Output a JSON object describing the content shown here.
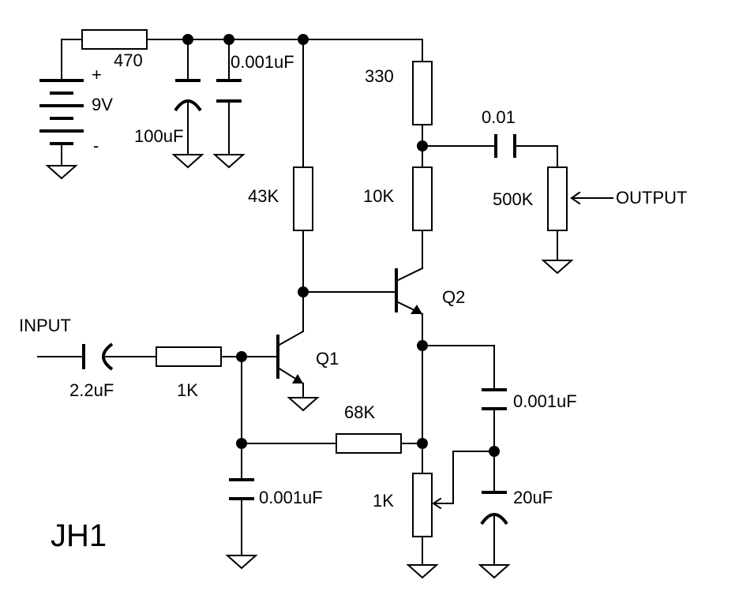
{
  "labels": {
    "r470": "470",
    "plus": "+",
    "batt": "9V",
    "minus": "-",
    "c100u": "100uF",
    "c001a": "0.001uF",
    "r330": "330",
    "c001": "0.01",
    "r43k": "43K",
    "r10k": "10K",
    "pot500k": "500K",
    "output": "OUTPUT",
    "q2": "Q2",
    "input": "INPUT",
    "q1": "Q1",
    "c22u": "2.2uF",
    "r1k": "1K",
    "c001b": "0.001uF",
    "r68k": "68K",
    "c001c": "0.001uF",
    "pot1k": "1K",
    "c20u": "20uF",
    "title": "JH1"
  }
}
